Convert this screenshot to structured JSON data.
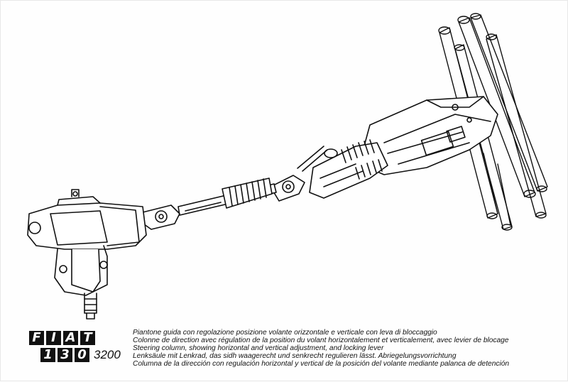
{
  "logo": {
    "brand_letters": [
      "F",
      "I",
      "A",
      "T"
    ],
    "number_letters": [
      "1",
      "3",
      "0"
    ],
    "model": "3200"
  },
  "captions": [
    "Piantone guida con regolazione posizione volante orizzontale e verticale con leva di bloccaggio",
    "Colonne de direction avec régulation de la position du volant horizontalement et verticalement, avec levier de blocage",
    "Steering column, showing horizontal and vertical adjustment, and locking lever",
    "Lenksäule mit Lenkrad, das sidh waagerecht und senkrecht regulieren lässt. Abriegelungsvorrichtung",
    "Columna de la dirección con regulación horizontal y vertical de la posición del volante mediante palanca de detención"
  ]
}
